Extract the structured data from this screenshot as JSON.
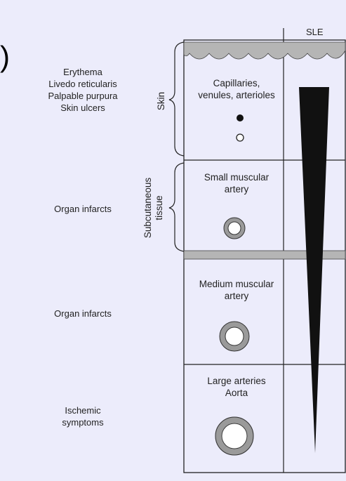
{
  "paren_glyph": ")",
  "header": {
    "label": "SLE"
  },
  "symptoms": [
    "Erythema\nLivedo reticularis\nPalpable purpura\nSkin ulcers",
    "Organ infarcts",
    "Organ infarcts",
    "Ischemic\nsymptoms"
  ],
  "tissues": {
    "skin": "Skin",
    "subcutaneous": "Subcutaneous\ntissue"
  },
  "vessels": [
    "Capillaries,\nvenules, arterioles",
    "Small muscular\nartery",
    "Medium muscular\nartery",
    "Large arteries\nAorta"
  ],
  "colors": {
    "wedge": "#111111",
    "vessel_wall": "#9a9a9a",
    "band": "#b5b5b5",
    "background": "#ececfb"
  }
}
